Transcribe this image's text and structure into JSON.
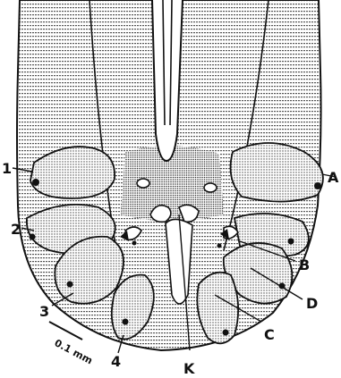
{
  "labels": {
    "left": [
      "1",
      "2",
      "3",
      "4"
    ],
    "right": [
      "A",
      "B",
      "D",
      "C"
    ],
    "center": "K"
  },
  "scale_bar": {
    "label": "0.1 mm"
  },
  "colors": {
    "ink": "#111111",
    "paper": "#ffffff",
    "stipple": "#4a4a4a"
  }
}
